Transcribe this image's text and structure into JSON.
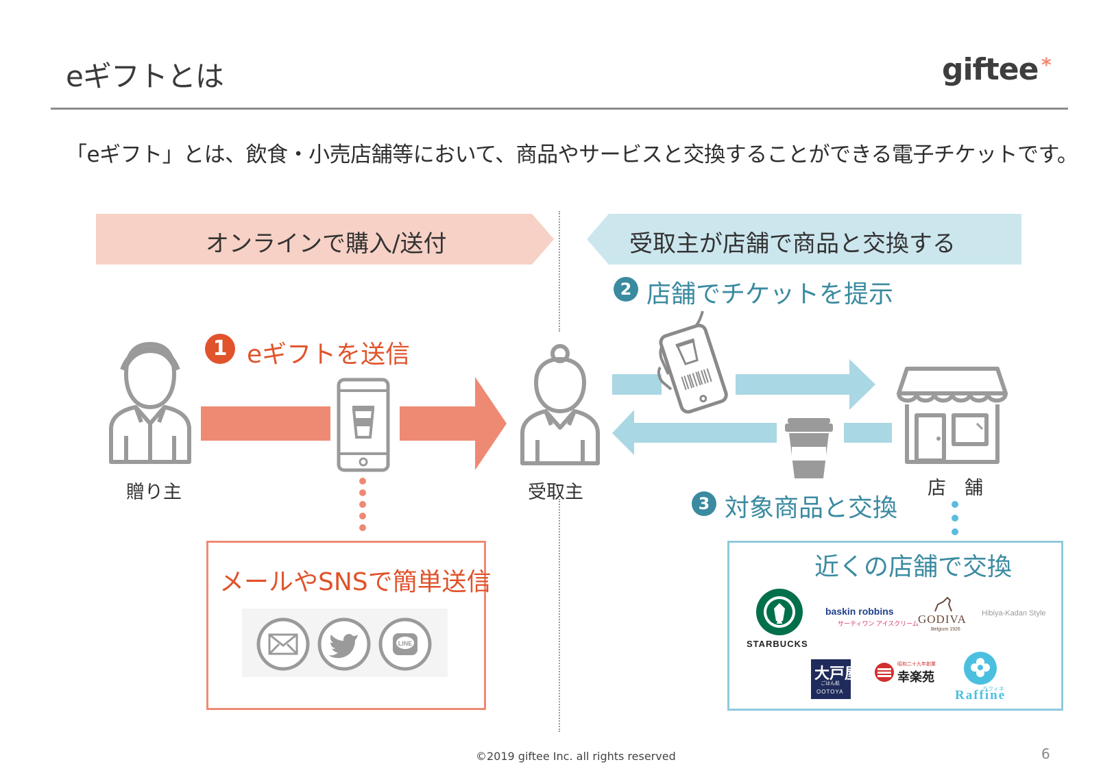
{
  "header": {
    "title": "eギフトとは",
    "logo_text": "giftee",
    "logo_mark": "*"
  },
  "subtitle": "「eギフト」とは、飲食・小売店舗等において、商品やサービスと交換することができる電子チケットです。",
  "bands": {
    "left": "オンラインで購入/送付",
    "right": "受取主が店舗で商品と交換する"
  },
  "steps": [
    {
      "num": "1",
      "text": "eギフトを送信"
    },
    {
      "num": "2",
      "text": "店舗でチケットを提示"
    },
    {
      "num": "3",
      "text": "対象商品と交換"
    }
  ],
  "actors": {
    "sender": "贈り主",
    "receiver": "受取主",
    "store": "店　舗"
  },
  "left_box": {
    "title": "メールやSNSで簡単送信",
    "icons": [
      "mail-icon",
      "twitter-icon",
      "line-icon"
    ],
    "line_label": "LINE"
  },
  "right_box": {
    "title": "近くの店舗で交換",
    "brands": {
      "starbucks": "STARBUCKS",
      "baskin": "baskin robbins",
      "baskin_sub": "サーティワン アイスクリーム",
      "godiva": "GODIVA",
      "godiva_sub": "Belgium 1926",
      "hibiya": "Hibiya-Kadan Style",
      "ootoya": "大戸屋",
      "ootoya_sub": "ごはん処",
      "ootoya_en": "OOTOYA",
      "kourakuen": "幸楽苑",
      "kourakuen_sub": "昭和二十九年創業",
      "raffine": "Raffine",
      "raffine_sub": "ラフィネ"
    }
  },
  "colors": {
    "accent_orange": "#ee8a73",
    "step1_red": "#e0532b",
    "band_left": "#f7d1c6",
    "band_right": "#cce6ee",
    "teal": "#3a8aa0",
    "arrow_blue": "#a9d7e3",
    "box_blue": "#8fc9dc"
  },
  "footer": {
    "copyright": "©2019 giftee Inc. all rights reserved",
    "page": "6"
  }
}
